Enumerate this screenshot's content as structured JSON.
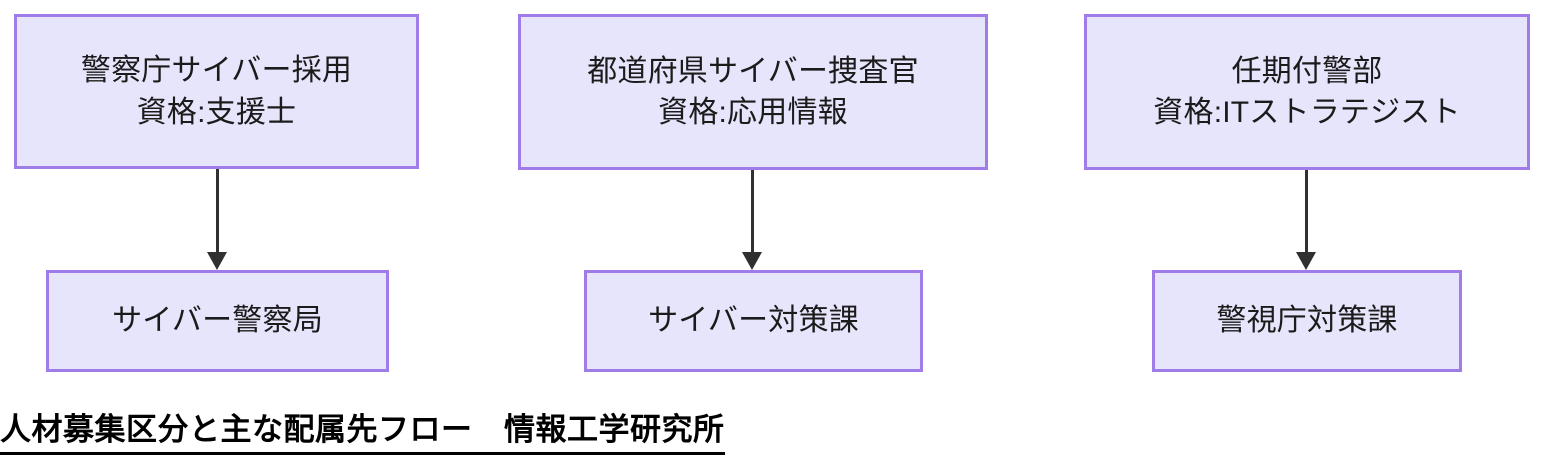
{
  "figure": {
    "caption": "人材募集区分と主な配属先フロー　情報工学研究所",
    "colors": {
      "box_fill": "#e7e5fb",
      "box_border": "#a07ce8",
      "arrow": "#303030",
      "text": "#1b1b1b",
      "caption_text": "#000000",
      "background": "#ffffff"
    }
  },
  "flows": [
    {
      "source": {
        "line1": "警察庁サイバー採用",
        "line2": "資格:支援士"
      },
      "arrow": {
        "name": "arrow-down",
        "glyph": "▼"
      },
      "target": {
        "line1": "サイバー警察局"
      }
    },
    {
      "source": {
        "line1": "都道府県サイバー捜査官",
        "line2": "資格:応用情報"
      },
      "arrow": {
        "name": "arrow-down",
        "glyph": "▼"
      },
      "target": {
        "line1": "サイバー対策課"
      }
    },
    {
      "source": {
        "line1": "任期付警部",
        "line2": "資格:ITストラテジスト"
      },
      "arrow": {
        "name": "arrow-down",
        "glyph": "▼"
      },
      "target": {
        "line1": "警視庁対策課"
      }
    }
  ]
}
